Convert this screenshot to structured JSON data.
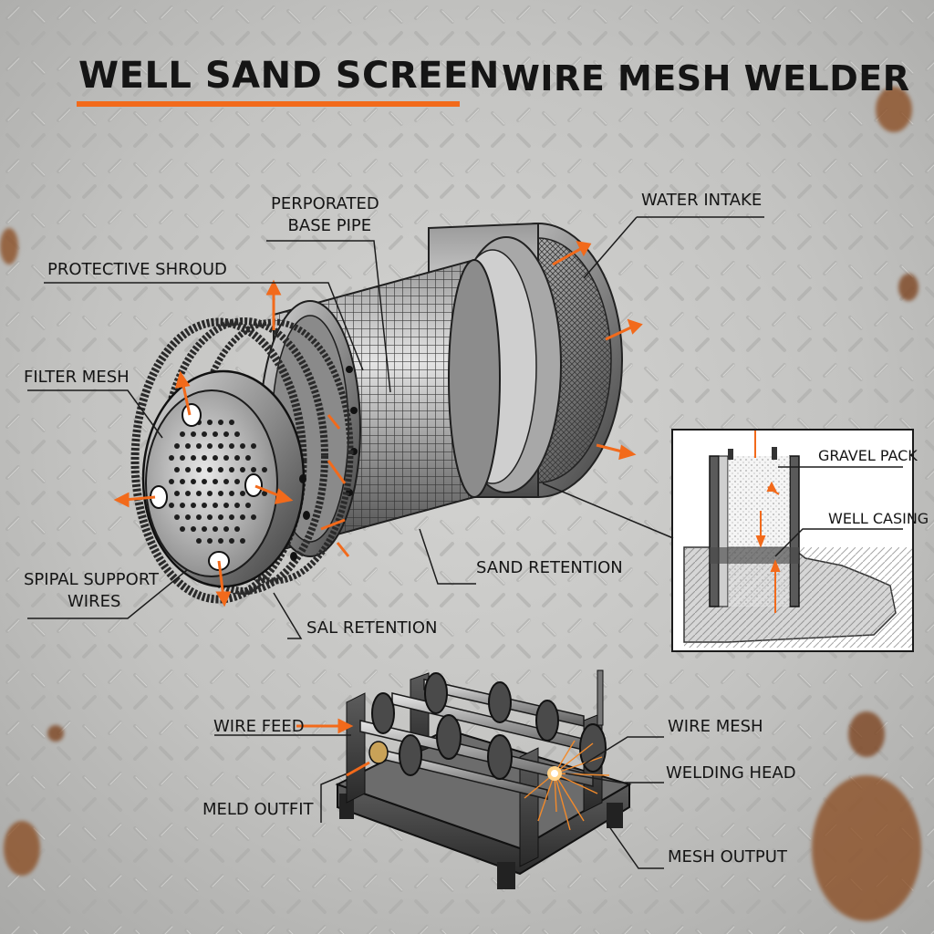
{
  "titles": {
    "main": "WELL SAND SCREEN",
    "secondary": "WIRE MESH WELDER"
  },
  "labels": {
    "perforated_base_pipe_line1": "PERPORATED",
    "perforated_base_pipe_line2": "BASE PIPE",
    "water_intake": "WATER INTAKE",
    "protective_shroud": "PROTECTIVE SHROUD",
    "filter_mesh": "FILTER MESH",
    "spiral_support_wires_line1": "SPIPAL SUPPORT",
    "spiral_support_wires_line2": "WIRES",
    "sand_retention": "SAND RETENTION",
    "sal_retention": "SAL RETENTION",
    "gravel_pack": "GRAVEL PACK",
    "well_casing": "WELL CASING",
    "wire_feed": "WIRE FEED",
    "wire_mesh": "WIRE MESH",
    "welding_head": "WELDING HEAD",
    "meld_output": "MELD OUTFIT",
    "mesh_output": "MESH OUTPUT"
  },
  "colors": {
    "accent": "#f26a1b",
    "ink": "#151515",
    "steel_dark": "#3c3c3c",
    "steel_mid": "#7a7a7a",
    "steel_light": "#cfcfcf",
    "rust": "#8a4a1e"
  },
  "icons": {
    "flow_arrow": "orange-flow-arrow",
    "spark": "weld-spark-burst"
  }
}
